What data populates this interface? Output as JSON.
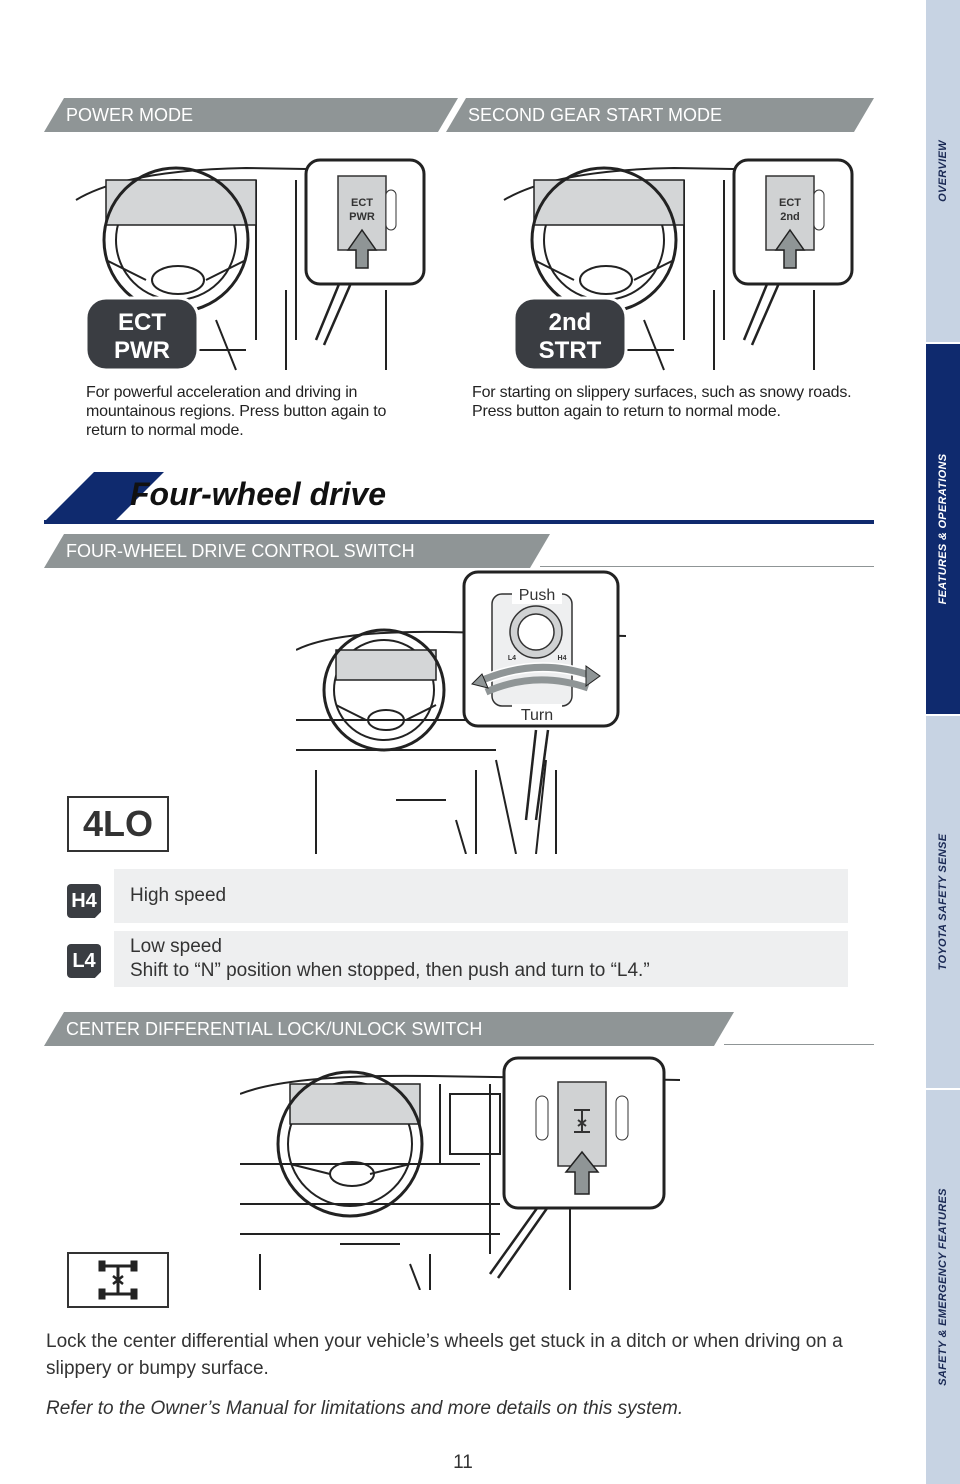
{
  "sidebar": {
    "tabs": [
      {
        "label": "OVERVIEW"
      },
      {
        "label": "FEATURES & OPERATIONS"
      },
      {
        "label": "TOYOTA SAFETY SENSE"
      },
      {
        "label": "SAFETY & EMERGENCY FEATURES"
      }
    ]
  },
  "power_mode": {
    "header": "POWER MODE",
    "button_label_line1": "ECT",
    "button_label_line2": "PWR",
    "inset_label_line1": "ECT",
    "inset_label_line2": "PWR",
    "caption": "For powerful acceleration and driving in mountainous regions. Press button again to return to normal mode."
  },
  "second_gear": {
    "header": "SECOND GEAR START MODE",
    "button_label_line1": "2nd",
    "button_label_line2": "STRT",
    "inset_label_line1": "ECT",
    "inset_label_line2": "2nd",
    "caption": "For starting on slippery surfaces, such as snowy roads. Press button again to return to normal mode."
  },
  "four_wheel": {
    "title": "Four-wheel drive",
    "control_header": "FOUR-WHEEL DRIVE CONTROL SWITCH",
    "push_label": "Push",
    "turn_label": "Turn",
    "dial_push": "PUSH",
    "dial_l4": "L4",
    "dial_h4": "H4",
    "indicator": "4LO",
    "rows": [
      {
        "badge": "H4",
        "line1": "High speed",
        "line2": ""
      },
      {
        "badge": "L4",
        "line1": "Low speed",
        "line2": "Shift to “N” position when stopped, then push and turn to “L4.”"
      }
    ]
  },
  "center_diff": {
    "header": "CENTER DIFFERENTIAL LOCK/UNLOCK SWITCH",
    "body": "Lock the center differential when your vehicle’s wheels get stuck in a ditch or when driving on a slippery or bumpy surface.",
    "note": "Refer to the Owner’s Manual for limitations and more details on this system."
  },
  "page_number": "11"
}
